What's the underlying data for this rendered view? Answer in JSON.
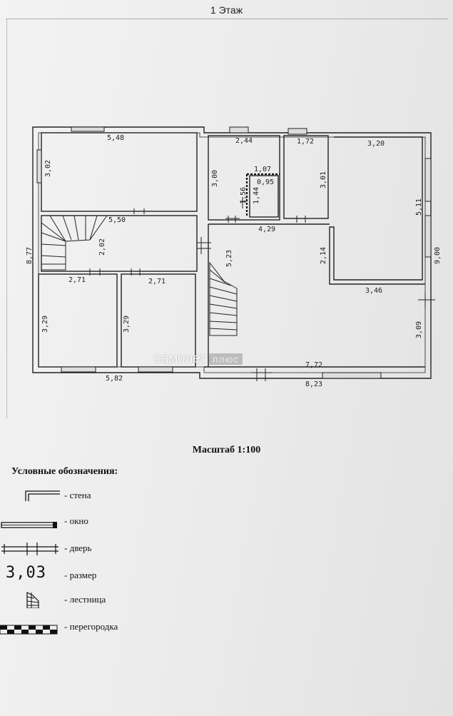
{
  "sheet": {
    "title": "1 Этаж",
    "scale_label": "Масштаб 1:100"
  },
  "plan": {
    "dimensions": {
      "top_5_48": "5,48",
      "top_2_44": "2,44",
      "top_1_72": "1,72",
      "top_3_20": "3,20",
      "d_3_02": "3,02",
      "d_3_00": "3,00",
      "d_1_07": "1,07",
      "d_0_95": "0,95",
      "d_1_56": "1,56",
      "d_1_44": "1,44",
      "d_3_01": "3,01",
      "d_5_11": "5,11",
      "d_8_77": "8,77",
      "d_5_50": "5,50",
      "d_2_02": "2,02",
      "d_4_29": "4,29",
      "d_5_23": "5,23",
      "d_2_14": "2,14",
      "d_9_00": "9,00",
      "d_2_71_a": "2,71",
      "d_2_71_b": "2,71",
      "d_3_46": "3,46",
      "d_3_29_a": "3,29",
      "d_3_29_b": "3,29",
      "d_3_09": "3,09",
      "d_7_72": "7,72",
      "d_5_82": "5,82",
      "d_8_23": "8,23"
    }
  },
  "legend": {
    "title": "Условные обозначения:",
    "items": [
      {
        "symbol": "wall-symbol",
        "label": "- стена"
      },
      {
        "symbol": "window-symbol",
        "label": "- окно"
      },
      {
        "symbol": "door-symbol",
        "label": "- дверь"
      },
      {
        "symbol": "size-symbol",
        "label": "- размер",
        "sample": "3,03"
      },
      {
        "symbol": "stair-symbol",
        "label": "- лестница"
      },
      {
        "symbol": "partition-symbol",
        "label": "- перегородка"
      }
    ]
  },
  "watermark": {
    "brand": "самолет",
    "badge": "плюс"
  }
}
